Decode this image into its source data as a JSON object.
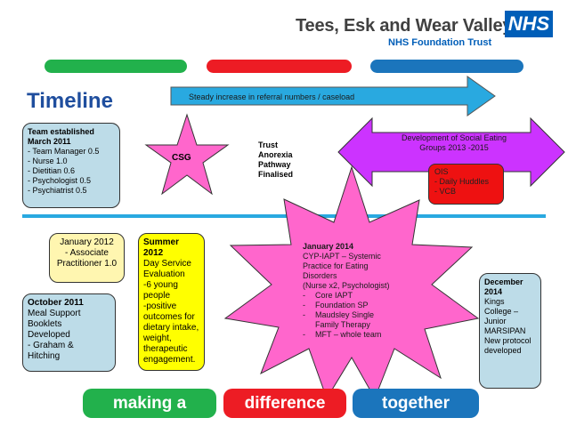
{
  "logo": {
    "title": "Tees, Esk and Wear Valleys",
    "subtitle": "NHS Foundation Trust",
    "badge": "NHS"
  },
  "colors": {
    "green": "#22B14C",
    "red": "#ED1C24",
    "blue": "#1B75BC",
    "nhs_blue": "#005EB8",
    "timeline_blue": "#29A9E0",
    "purple": "#CC33FF",
    "yellow": "#FFFF00",
    "star_pink": "#FF66CC",
    "light_blue_box": "#BDDCE8",
    "orange_box": "#FFC000",
    "ois_red": "#EE1111"
  },
  "title": "Timeline",
  "arrow_top": "Steady increase in referral numbers / caseload",
  "team": {
    "heading": "Team established",
    "date": "March 2011",
    "items": [
      "Team Manager 0.5",
      "Nurse 1.0",
      "Dietitian 0.6",
      "Psychologist 0.5",
      "Psychiatrist 0.5"
    ]
  },
  "csg": "CSG",
  "trust": [
    "Trust",
    "Anorexia",
    "Pathway",
    "Finalised"
  ],
  "social": [
    "Development of Social Eating",
    "Groups 2013 -2015"
  ],
  "ois": [
    "OIS",
    "- Daily Huddles",
    "- VCB"
  ],
  "jan2012": [
    "January 2012",
    "- Associate",
    "Practitioner 1.0"
  ],
  "oct2011": [
    "October 2011",
    "Meal Support",
    "Booklets",
    "Developed",
    "- Graham &",
    "Hitching"
  ],
  "summer2012": [
    "Summer 2012",
    "Day Service",
    "Evaluation",
    "-6 young",
    "people",
    "-positive",
    "outcomes for",
    "dietary intake,",
    "weight,",
    "therapeutic",
    "engagement."
  ],
  "jan2014": {
    "lines": [
      "January 2014",
      "CYP-IAPT – Systemic",
      "Practice for Eating",
      "Disorders",
      "(Nurse x2, Psychologist)"
    ],
    "items": [
      "Core IAPT",
      "Foundation SP",
      "Maudsley Single Family Therapy",
      "MFT – whole team"
    ]
  },
  "dec2014": [
    "December",
    "2014",
    "Kings",
    "College –",
    "Junior",
    "MARSIPAN",
    "New protocol",
    "developed"
  ],
  "footer": {
    "word1": "making a",
    "word2": "difference",
    "word3": "together"
  }
}
